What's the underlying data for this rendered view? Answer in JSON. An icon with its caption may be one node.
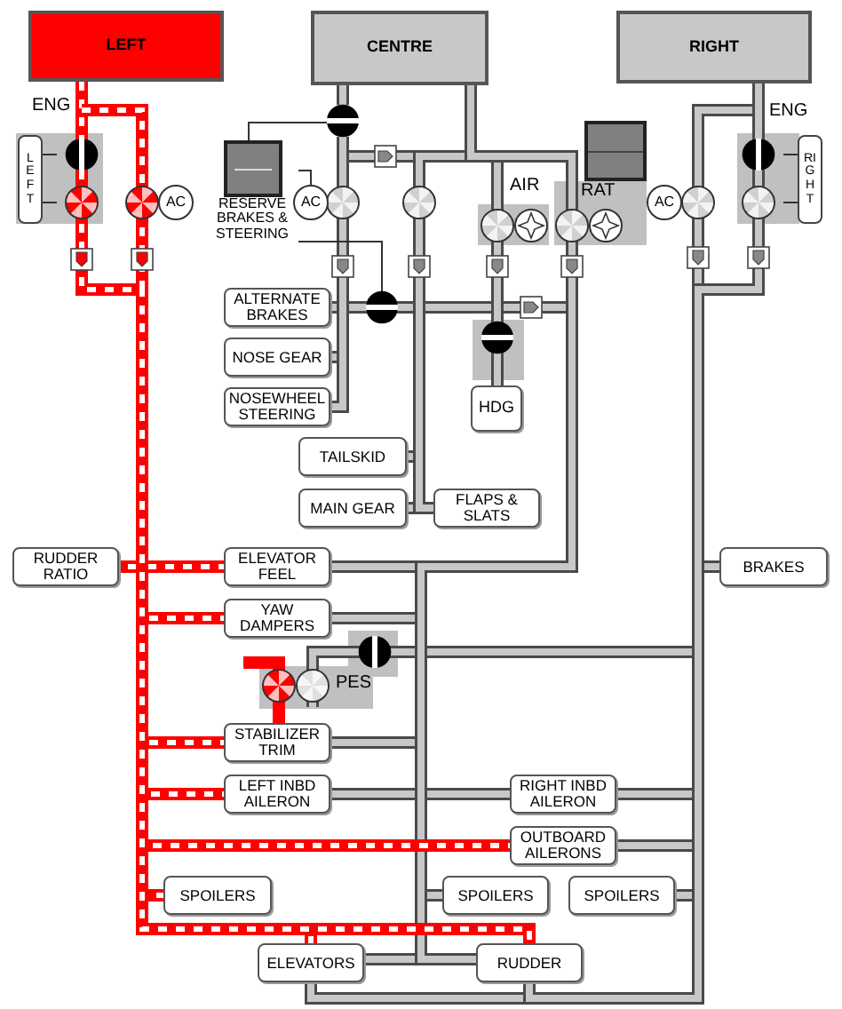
{
  "diagram": {
    "nodes": [
      {
        "text": [
          "LEFT"
        ]
      },
      {
        "text": [
          "CENTRE"
        ]
      },
      {
        "text": [
          "RIGHT"
        ]
      },
      {
        "text": [
          "LEFT"
        ]
      },
      {
        "text": [
          "AC"
        ]
      },
      {
        "text": [
          "RESERVE BRAKES & STEERING"
        ]
      },
      {
        "text": [
          "AC"
        ]
      },
      {
        "text": [],
        "shape": "box"
      },
      {
        "text": [
          "AC"
        ]
      },
      {
        "text": [
          "RIGHT"
        ]
      },
      {
        "text": [
          "ALTERNATE BRAKES"
        ]
      },
      {
        "text": [
          "NOSE GEAR"
        ]
      },
      {
        "text": [
          "NOSEWHEEL STEERING"
        ]
      },
      {
        "text": [
          "HDG"
        ]
      },
      {
        "text": [
          "TAILSKID"
        ]
      },
      {
        "text": [
          "MAIN GEAR"
        ]
      },
      {
        "text": [
          "FLAPS & SLATS"
        ]
      },
      {
        "text": [
          "RUDDER RATIO"
        ]
      },
      {
        "text": [
          "ELEVATOR FEEL"
        ]
      },
      {
        "text": [
          "BRAKES"
        ]
      },
      {
        "text": [
          "YAW DAMPERS"
        ]
      },
      {
        "text": [
          "STABILIZER TRIM"
        ]
      },
      {
        "text": [
          "LEFT INBD AILERON"
        ]
      },
      {
        "text": [
          "RIGHT INBD AILERON"
        ]
      },
      {
        "text": [
          "OUTBOARD AILERONS"
        ]
      },
      {
        "text": [
          "SPOILERS"
        ]
      },
      {
        "text": [
          "SPOILERS"
        ]
      },
      {
        "text": [
          "SPOILERS"
        ]
      },
      {
        "text": [
          "ELEVATORS"
        ]
      },
      {
        "text": [
          "RUDDER"
        ]
      },
      {
        "text": [],
        "shape": "circle"
      },
      {
        "text": [],
        "shape": "circle"
      }
    ],
    "edges": [
      {
        "from": 0,
        "to": 17,
        "arrow": "none",
        "color": "#ff0000"
      },
      {
        "from": 0,
        "to": 18,
        "arrow": "none",
        "color": "#ff0000"
      },
      {
        "from": 0,
        "to": 20,
        "arrow": "none",
        "color": "#ff0000"
      },
      {
        "from": 0,
        "to": 21,
        "arrow": "none",
        "color": "#ff0000"
      },
      {
        "from": 0,
        "to": 22,
        "arrow": "none",
        "color": "#ff0000"
      },
      {
        "from": 0,
        "to": 24,
        "arrow": "none",
        "color": "#ff0000"
      },
      {
        "from": 0,
        "to": 25,
        "arrow": "none",
        "color": "#ff0000"
      },
      {
        "from": 0,
        "to": 28,
        "arrow": "none",
        "color": "#ff0000"
      },
      {
        "from": 0,
        "to": 29,
        "arrow": "none",
        "color": "#ff0000"
      },
      {
        "from": 31,
        "to": 10,
        "arrow": "none"
      },
      {
        "from": 31,
        "to": 11,
        "arrow": "none"
      },
      {
        "from": 31,
        "to": 12,
        "arrow": "none"
      },
      {
        "from": 1,
        "to": 13,
        "arrow": "none"
      },
      {
        "from": 1,
        "to": 14,
        "arrow": "none"
      },
      {
        "from": 1,
        "to": 15,
        "arrow": "none"
      },
      {
        "from": 1,
        "to": 16,
        "arrow": "none"
      },
      {
        "from": 1,
        "to": 18,
        "arrow": "none"
      },
      {
        "from": 1,
        "to": 20,
        "arrow": "none"
      },
      {
        "from": 1,
        "to": 21,
        "arrow": "none"
      },
      {
        "from": 1,
        "to": 22,
        "arrow": "none"
      },
      {
        "from": 1,
        "to": 23,
        "arrow": "none"
      },
      {
        "from": 1,
        "to": 26,
        "arrow": "none"
      },
      {
        "from": 1,
        "to": 28,
        "arrow": "none"
      },
      {
        "from": 1,
        "to": 29,
        "arrow": "none"
      },
      {
        "from": 2,
        "to": 19,
        "arrow": "none"
      },
      {
        "from": 2,
        "to": 23,
        "arrow": "none"
      },
      {
        "from": 2,
        "to": 24,
        "arrow": "none"
      },
      {
        "from": 2,
        "to": 27,
        "arrow": "none"
      },
      {
        "from": 2,
        "to": 28,
        "arrow": "none"
      },
      {
        "from": 2,
        "to": 29,
        "arrow": "none"
      },
      {
        "from": 3,
        "to": null,
        "arrow": "none"
      },
      {
        "from": 3,
        "to": null,
        "arrow": "none"
      },
      {
        "from": 9,
        "to": null,
        "arrow": "none"
      },
      {
        "from": 9,
        "to": null,
        "arrow": "none"
      },
      {
        "from": 5,
        "to": 31,
        "arrow": "none"
      },
      {
        "from": 5,
        "to": 6,
        "arrow": "none"
      },
      {
        "from": 5,
        "to": 30,
        "arrow": "none"
      },
      {
        "from": null,
        "to": 21,
        "arrow": "none",
        "color": "#ff0000"
      },
      {
        "from": 1,
        "to": 31,
        "arrow": "none"
      }
    ],
    "labels": [
      "ENG",
      "AIR",
      "RAT",
      "ENG",
      "PES"
    ]
  }
}
